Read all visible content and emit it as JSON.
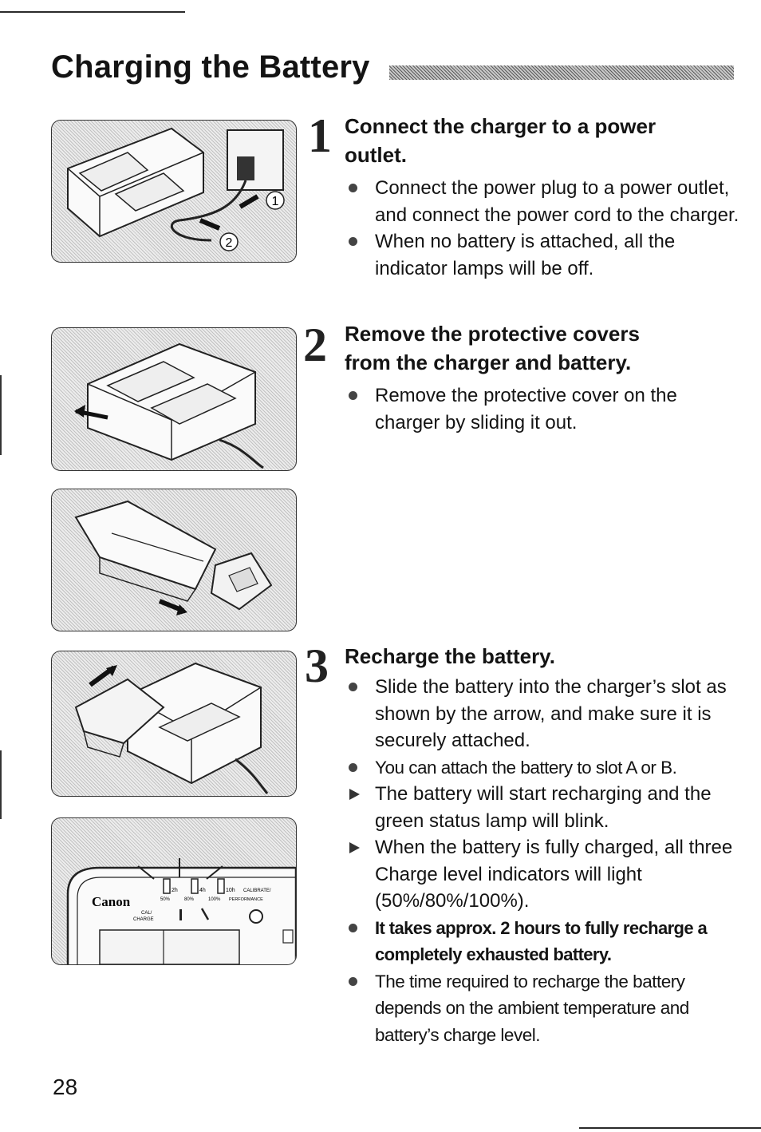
{
  "page": {
    "title": "Charging the Battery",
    "number": "28"
  },
  "steps": [
    {
      "number": "1",
      "heading_line1": "Connect the charger to a power",
      "heading_line2": "outlet.",
      "bullets": [
        {
          "type": "dot",
          "text": "Connect the power plug to a power outlet, and connect the power cord to the charger."
        },
        {
          "type": "dot",
          "text": "When no battery is attached, all the indicator lamps will be off."
        }
      ]
    },
    {
      "number": "2",
      "heading_line1": "Remove the protective covers",
      "heading_line2": "from the charger and battery.",
      "bullets": [
        {
          "type": "dot",
          "text": "Remove the protective cover on the charger by sliding it out."
        }
      ]
    },
    {
      "number": "3",
      "heading_line1": "Recharge the battery.",
      "bullets": [
        {
          "type": "dot",
          "text": "Slide the battery into the charger’s slot as shown by the arrow, and make sure it is securely attached."
        },
        {
          "type": "dot",
          "text": "You can attach the battery to slot A or B."
        },
        {
          "type": "arrow",
          "text": "The battery will start recharging and the green status lamp will blink."
        },
        {
          "type": "arrow",
          "text": "When the battery is fully charged, all three Charge level indicators will light (50%/80%/100%)."
        },
        {
          "type": "dot",
          "text": "It takes approx. 2 hours to fully recharge a completely exhausted battery."
        },
        {
          "type": "dot",
          "text": "The time required to recharge the battery depends on the ambient temperature and battery’s charge level."
        }
      ]
    }
  ],
  "figures": {
    "fig1": {
      "callout1": "1",
      "callout2": "2"
    },
    "fig5": {
      "brand": "Canon",
      "hours": [
        "2h",
        "4h",
        "10h"
      ],
      "percents": [
        "50%",
        "80%",
        "100%"
      ],
      "calibrate": "CALIBRATE/",
      "performance": "PERFORMANCE",
      "cal": "CAL/",
      "charge": "CHARGE"
    }
  }
}
